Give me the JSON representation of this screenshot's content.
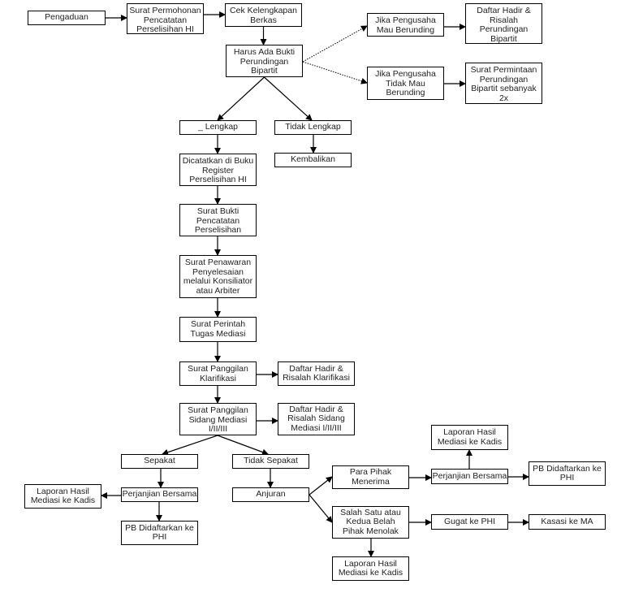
{
  "diagram": {
    "type": "flowchart",
    "nodes": [
      {
        "id": "pengaduan",
        "label": "Pengaduan"
      },
      {
        "id": "surat-permohonan",
        "label": "Surat Permohonan\nPencatatan\nPerselisihan HI"
      },
      {
        "id": "cek-kelengkapan",
        "label": "Cek Kelengkapan\nBerkas"
      },
      {
        "id": "harus-ada-bukti",
        "label": "Harus Ada Bukti\nPerundingan\nBipartit"
      },
      {
        "id": "jika-mau",
        "label": "Jika Pengusaha\nMau Berunding"
      },
      {
        "id": "daftar-hadir-bipartit",
        "label": "Daftar Hadir &\nRisalah\nPerundingan\nBipartit"
      },
      {
        "id": "jika-tidak-mau",
        "label": "Jika Pengusaha\nTidak Mau\nBerunding"
      },
      {
        "id": "surat-permintaan",
        "label": "Surat Permintaan\nPerundingan\nBipartit sebanyak\n2x"
      },
      {
        "id": "lengkap",
        "label": "_ Lengkap"
      },
      {
        "id": "tidak-lengkap",
        "label": "Tidak Lengkap"
      },
      {
        "id": "kembalikan",
        "label": "Kembalikan"
      },
      {
        "id": "dicatatkan",
        "label": "Dicatatkan di Buku\nRegister\nPerselisihan HI"
      },
      {
        "id": "surat-bukti",
        "label": "Surat Bukti\nPencatatan\nPerselisihan"
      },
      {
        "id": "surat-penawaran",
        "label": "Surat Penawaran\nPenyelesaian\nmelalui Konsiliator\natau Arbiter"
      },
      {
        "id": "surat-perintah",
        "label": "Surat Perintah\nTugas Mediasi"
      },
      {
        "id": "panggilan-klarifikasi",
        "label": "Surat Panggilan\nKlarifikasi"
      },
      {
        "id": "daftar-hadir-klarifikasi",
        "label": "Daftar Hadir &\nRisalah Klarifikasi"
      },
      {
        "id": "panggilan-sidang",
        "label": "Surat Panggilan\nSidang Mediasi\nI/II/III"
      },
      {
        "id": "daftar-hadir-sidang",
        "label": "Daftar Hadir &\nRisalah Sidang\nMediasi I/II/III"
      },
      {
        "id": "sepakat",
        "label": "Sepakat"
      },
      {
        "id": "tidak-sepakat",
        "label": "Tidak Sepakat"
      },
      {
        "id": "laporan-kiri",
        "label": "Laporan Hasil\nMediasi ke Kadis"
      },
      {
        "id": "pb-kiri",
        "label": "Perjanjian Bersama"
      },
      {
        "id": "pb-didaftarkan-kiri",
        "label": "PB Didaftarkan ke\nPHI"
      },
      {
        "id": "anjuran",
        "label": "Anjuran"
      },
      {
        "id": "para-pihak-menerima",
        "label": "Para Pihak\nMenerima"
      },
      {
        "id": "pb-kanan",
        "label": "Perjanjian Bersama"
      },
      {
        "id": "laporan-atas",
        "label": "Laporan Hasil\nMediasi ke Kadis"
      },
      {
        "id": "pb-didaftarkan-kanan",
        "label": "PB Didaftarkan ke\nPHI"
      },
      {
        "id": "salah-satu-menolak",
        "label": "Salah Satu atau\nKedua Belah\nPihak Menolak"
      },
      {
        "id": "gugat-phi",
        "label": "Gugat ke PHI"
      },
      {
        "id": "kasasi-ma",
        "label": "Kasasi ke MA"
      },
      {
        "id": "laporan-bawah",
        "label": "Laporan Hasil\nMediasi ke Kadis"
      }
    ],
    "edges": [
      {
        "from": "pengaduan",
        "to": "surat-permohonan",
        "style": "solid"
      },
      {
        "from": "surat-permohonan",
        "to": "cek-kelengkapan",
        "style": "solid"
      },
      {
        "from": "cek-kelengkapan",
        "to": "harus-ada-bukti",
        "style": "solid"
      },
      {
        "from": "harus-ada-bukti",
        "to": "jika-mau",
        "style": "dotted"
      },
      {
        "from": "harus-ada-bukti",
        "to": "jika-tidak-mau",
        "style": "dotted"
      },
      {
        "from": "jika-mau",
        "to": "daftar-hadir-bipartit",
        "style": "solid"
      },
      {
        "from": "jika-tidak-mau",
        "to": "surat-permintaan",
        "style": "solid"
      },
      {
        "from": "harus-ada-bukti",
        "to": "lengkap",
        "style": "solid"
      },
      {
        "from": "harus-ada-bukti",
        "to": "tidak-lengkap",
        "style": "solid"
      },
      {
        "from": "tidak-lengkap",
        "to": "kembalikan",
        "style": "solid"
      },
      {
        "from": "lengkap",
        "to": "dicatatkan",
        "style": "solid"
      },
      {
        "from": "dicatatkan",
        "to": "surat-bukti",
        "style": "solid"
      },
      {
        "from": "surat-bukti",
        "to": "surat-penawaran",
        "style": "solid"
      },
      {
        "from": "surat-penawaran",
        "to": "surat-perintah",
        "style": "solid"
      },
      {
        "from": "surat-perintah",
        "to": "panggilan-klarifikasi",
        "style": "solid"
      },
      {
        "from": "panggilan-klarifikasi",
        "to": "daftar-hadir-klarifikasi",
        "style": "solid"
      },
      {
        "from": "panggilan-klarifikasi",
        "to": "panggilan-sidang",
        "style": "solid"
      },
      {
        "from": "panggilan-sidang",
        "to": "daftar-hadir-sidang",
        "style": "solid"
      },
      {
        "from": "panggilan-sidang",
        "to": "sepakat",
        "style": "solid"
      },
      {
        "from": "panggilan-sidang",
        "to": "tidak-sepakat",
        "style": "solid"
      },
      {
        "from": "sepakat",
        "to": "pb-kiri",
        "style": "solid"
      },
      {
        "from": "pb-kiri",
        "to": "laporan-kiri",
        "style": "solid"
      },
      {
        "from": "pb-kiri",
        "to": "pb-didaftarkan-kiri",
        "style": "solid"
      },
      {
        "from": "tidak-sepakat",
        "to": "anjuran",
        "style": "solid"
      },
      {
        "from": "anjuran",
        "to": "para-pihak-menerima",
        "style": "solid"
      },
      {
        "from": "anjuran",
        "to": "salah-satu-menolak",
        "style": "solid"
      },
      {
        "from": "para-pihak-menerima",
        "to": "pb-kanan",
        "style": "solid"
      },
      {
        "from": "pb-kanan",
        "to": "laporan-atas",
        "style": "solid"
      },
      {
        "from": "pb-kanan",
        "to": "pb-didaftarkan-kanan",
        "style": "solid"
      },
      {
        "from": "salah-satu-menolak",
        "to": "gugat-phi",
        "style": "solid"
      },
      {
        "from": "gugat-phi",
        "to": "kasasi-ma",
        "style": "solid"
      },
      {
        "from": "salah-satu-menolak",
        "to": "laporan-bawah",
        "style": "solid"
      }
    ]
  }
}
